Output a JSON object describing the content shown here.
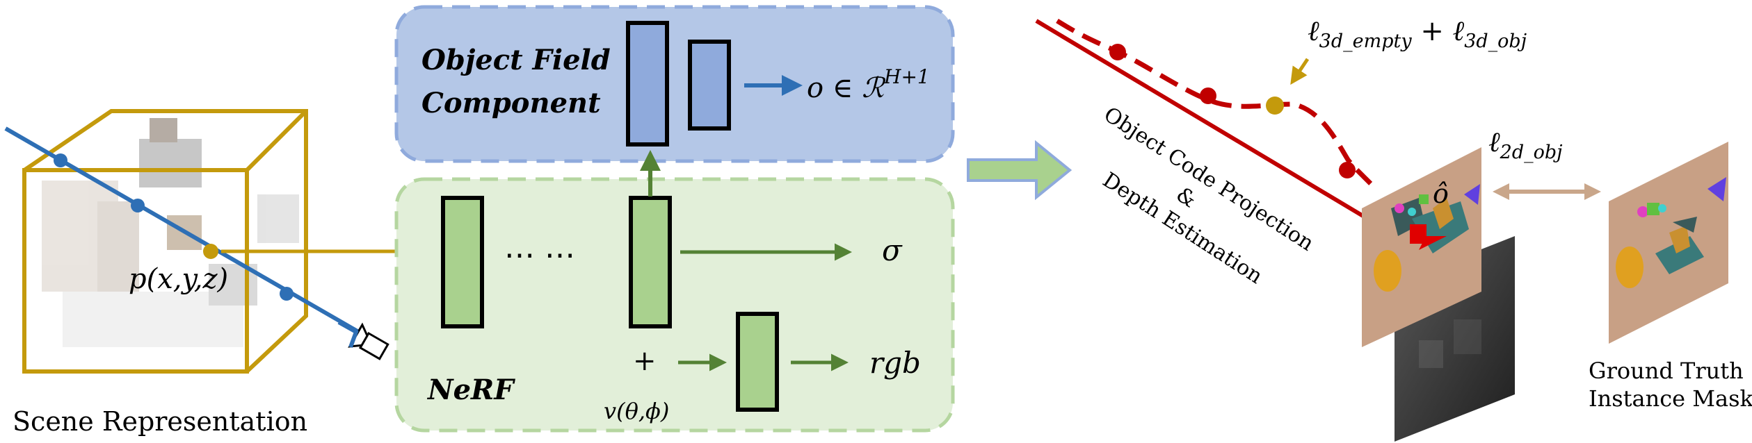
{
  "left": {
    "caption": "Scene Representation",
    "point_label": "p(x,y,z)"
  },
  "object_field": {
    "title_line1": "Object Field",
    "title_line2": "Component",
    "output": "o ∈ ℛ",
    "output_sup": "H+1"
  },
  "nerf": {
    "title": "NeRF",
    "dots": "⋯ ⋯",
    "sigma": "σ",
    "rgb": "rgb",
    "plus": "+",
    "viewdir": "v(θ,ϕ)"
  },
  "right": {
    "projection_line1": "Object Code Projection",
    "projection_line2": "&",
    "projection_line3": "Depth Estimation",
    "loss_3d_a": "ℓ",
    "loss_3d_a_sub": "3d_empty",
    "loss_3d_plus": " + ℓ",
    "loss_3d_b_sub": "3d_obj",
    "loss_2d": "ℓ",
    "loss_2d_sub": "2d_obj",
    "o_hat": "ô",
    "gt_line1": "Ground Truth",
    "gt_line2": "Instance Mask"
  },
  "colors": {
    "gold": "#c49a0c",
    "blue_ray": "#2e6fb5",
    "blue_box_fill": "#b4c7e7",
    "blue_box_stroke": "#8faadc",
    "blue_bar": "#8faadc",
    "green_box_fill": "#e2efd9",
    "green_box_stroke": "#b5d6a0",
    "green_bar": "#a9d18e",
    "green_arrow": "#548235",
    "red": "#c00000",
    "mask_bg": "#c8a085",
    "tan_arrow": "#c9a68a"
  }
}
